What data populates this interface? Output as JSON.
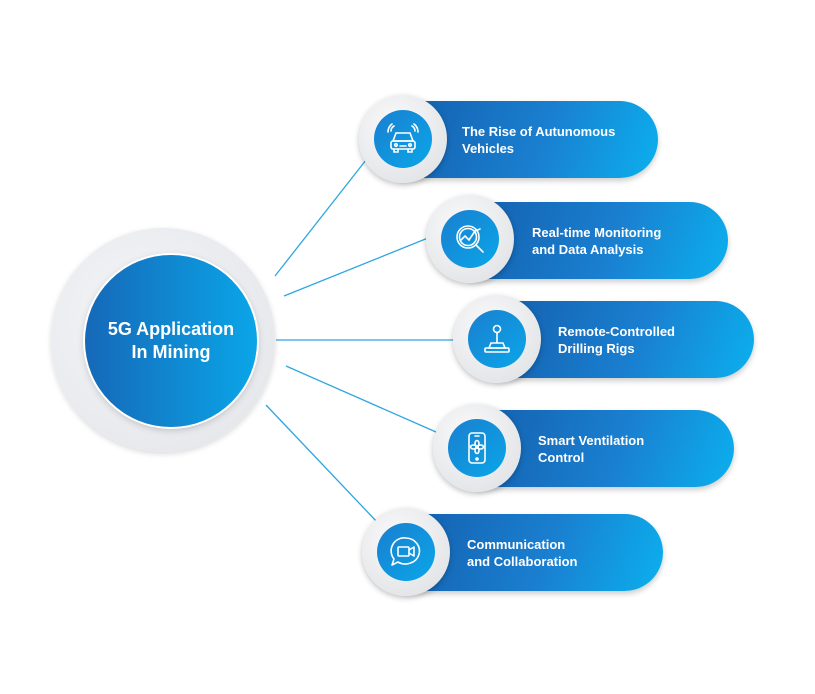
{
  "hub": {
    "line1": "5G Application",
    "line2": "In Mining"
  },
  "items": [
    {
      "line1": "The Rise of Autunomous",
      "line2": "Vehicles",
      "icon": "car-icon"
    },
    {
      "line1": "Real-time Monitoring",
      "line2": "and Data Analysis",
      "icon": "magnifier-chart-icon"
    },
    {
      "line1": "Remote-Controlled",
      "line2": "Drilling Rigs",
      "icon": "joystick-icon"
    },
    {
      "line1": "Smart Ventilation",
      "line2": "Control",
      "icon": "phone-fan-icon"
    },
    {
      "line1": "Communication",
      "line2": "and Collaboration",
      "icon": "video-chat-icon"
    }
  ],
  "colors": {
    "primary": "#1668b8",
    "accent": "#0aa6e8",
    "line": "#2ea6e0"
  }
}
